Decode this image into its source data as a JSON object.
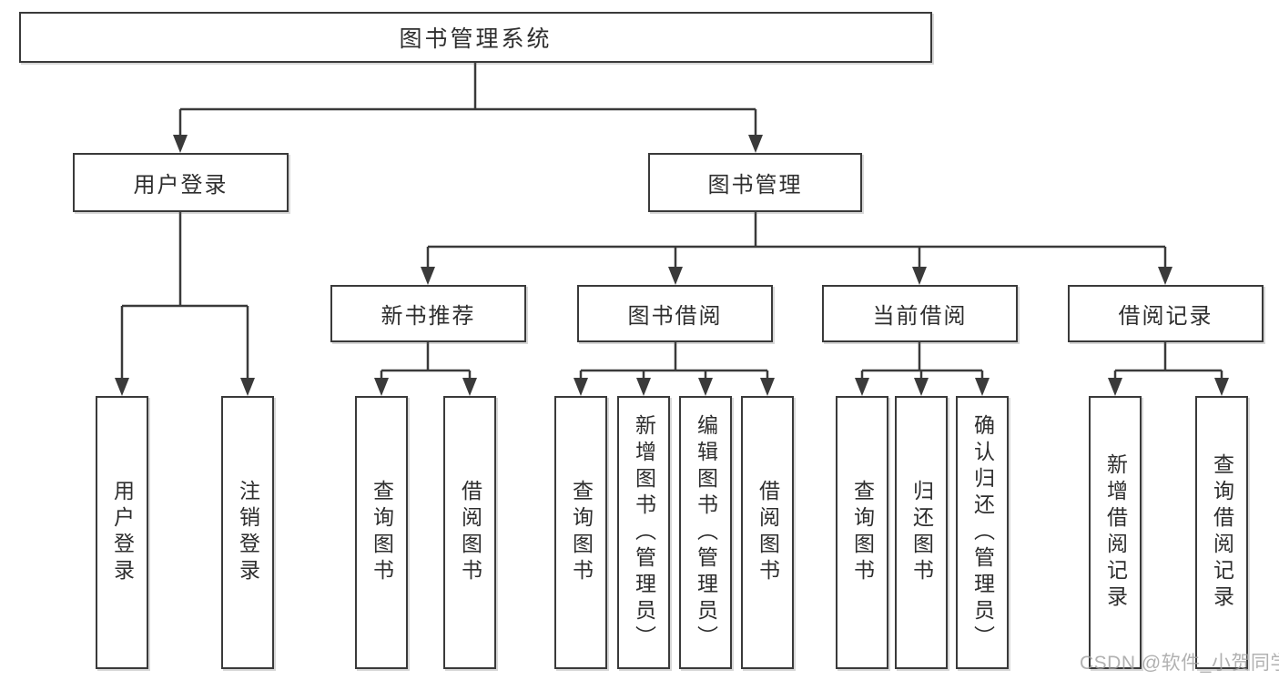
{
  "tree": {
    "label": "图书管理系统",
    "children": [
      {
        "label": "用户登录",
        "children": [
          {
            "label": "用户登录"
          },
          {
            "label": "注销登录"
          }
        ]
      },
      {
        "label": "图书管理",
        "children": [
          {
            "label": "新书推荐",
            "children": [
              {
                "label": "查询图书"
              },
              {
                "label": "借阅图书"
              }
            ]
          },
          {
            "label": "图书借阅",
            "children": [
              {
                "label": "查询图书"
              },
              {
                "label": "新增图书（管理员）"
              },
              {
                "label": "编辑图书（管理员）"
              },
              {
                "label": "借阅图书"
              }
            ]
          },
          {
            "label": "当前借阅",
            "children": [
              {
                "label": "查询图书"
              },
              {
                "label": "归还图书"
              },
              {
                "label": "确认归还（管理员）"
              }
            ]
          },
          {
            "label": "借阅记录",
            "children": [
              {
                "label": "新增借阅记录"
              },
              {
                "label": "查询借阅记录"
              }
            ]
          }
        ]
      }
    ]
  },
  "watermark": "CSDN @软件_小贺同学",
  "colors": {
    "line": "#3a3a3a",
    "text": "#2e2e2e",
    "background": "#ffffff",
    "watermark": "#9e9e9e"
  }
}
